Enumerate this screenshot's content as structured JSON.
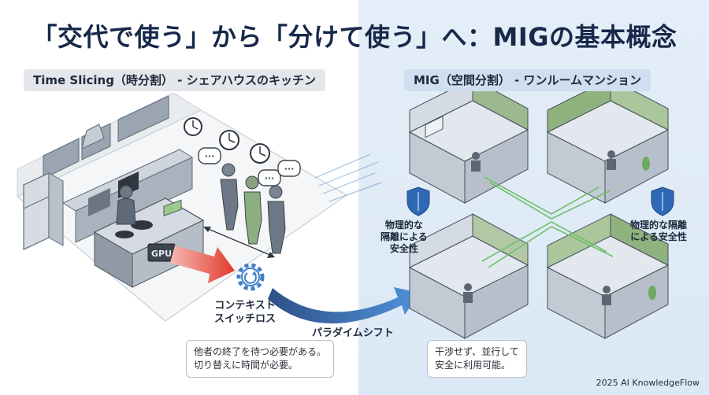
{
  "title": "「交代で使う」から「分けて使う」へ：MIGの基本概念",
  "left_section": {
    "label": "Time Slicing（時分割） - シェアハウスのキッチン",
    "gpu_label": "GPU",
    "context_switch": [
      "コンテキスト",
      "スイッチロス"
    ],
    "callout": [
      "他者の終了を待つ必要がある。",
      "切り替えに時間が必要。"
    ]
  },
  "transition_label": "パラダイムシフト",
  "right_section": {
    "label": "MIG（空間分割） - ワンルームマンション",
    "isolation_left": [
      "物理的な",
      "隔離による",
      "安全性"
    ],
    "isolation_right": [
      "物理的な隔離",
      "による安全性"
    ],
    "callout": [
      "干渉せず、並行して",
      "安全に利用可能。"
    ]
  },
  "footer": "2025 AI KnowledgeFlow",
  "colors": {
    "title": "#17284a",
    "arrow_red": "#e23a2e",
    "arrow_blue": "#3f7fc8",
    "accent_green": "#6fbf6a",
    "shield": "#2f68b4"
  }
}
